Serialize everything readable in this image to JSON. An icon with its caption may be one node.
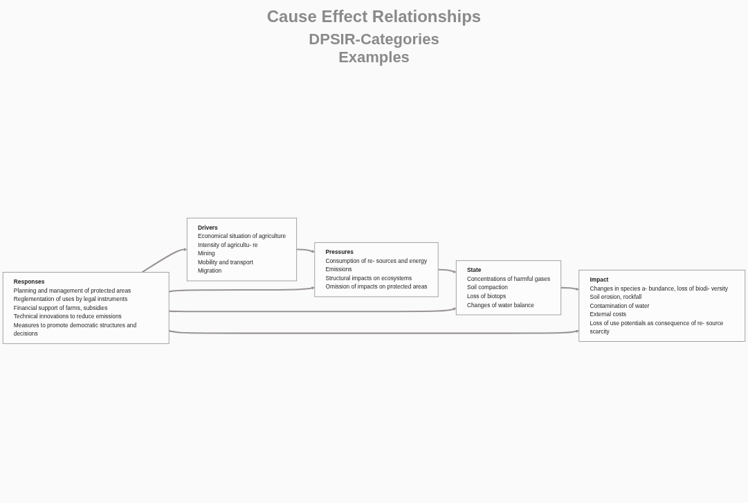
{
  "diagram": {
    "title": "Cause Effect Relationships",
    "nodes": [
      {
        "text": [
          "Drivers",
          "Economical situation of agriculture",
          "Intensity of agricultu- re",
          "Mining",
          "Mobility and transport",
          "Migration"
        ]
      },
      {
        "text": [
          "Pressures",
          "Consumption of re- sources and energy",
          "Emissions",
          "Structural impacts on ecosystems",
          "Omission of impacts on protected areas"
        ]
      },
      {
        "text": [
          "State",
          "Concentrations of harmful gases",
          "Soil compaction",
          "Loss of biotops",
          "Changes of water balance"
        ]
      },
      {
        "text": [
          "Impact",
          "Changes in species a- bundance, loss of biodi- versity",
          "Soil erosion, rockfall",
          "Contamination of water",
          "External costs",
          "Loss of use potentials as consequence of re- source scarcity"
        ]
      },
      {
        "text": [
          "Responses",
          "Planning and management of protected areas",
          "Reglementation of uses by legal instruments",
          "Financial support of farms, subsidies",
          "Technical innovations to reduce emissions",
          "Measures to promote democratic structures and decisions"
        ]
      }
    ],
    "edges": [
      {
        "from": 0,
        "to": 1,
        "arrow": "to"
      },
      {
        "from": 1,
        "to": 2,
        "arrow": "to"
      },
      {
        "from": 2,
        "to": 3,
        "arrow": "to"
      },
      {
        "from": 4,
        "to": 0,
        "arrow": "to"
      },
      {
        "from": 4,
        "to": 1,
        "arrow": "to"
      },
      {
        "from": 4,
        "to": 2,
        "arrow": "to"
      },
      {
        "from": 4,
        "to": 3,
        "arrow": "to"
      }
    ],
    "labels": [
      "DPSIR-Categories Examples"
    ]
  }
}
